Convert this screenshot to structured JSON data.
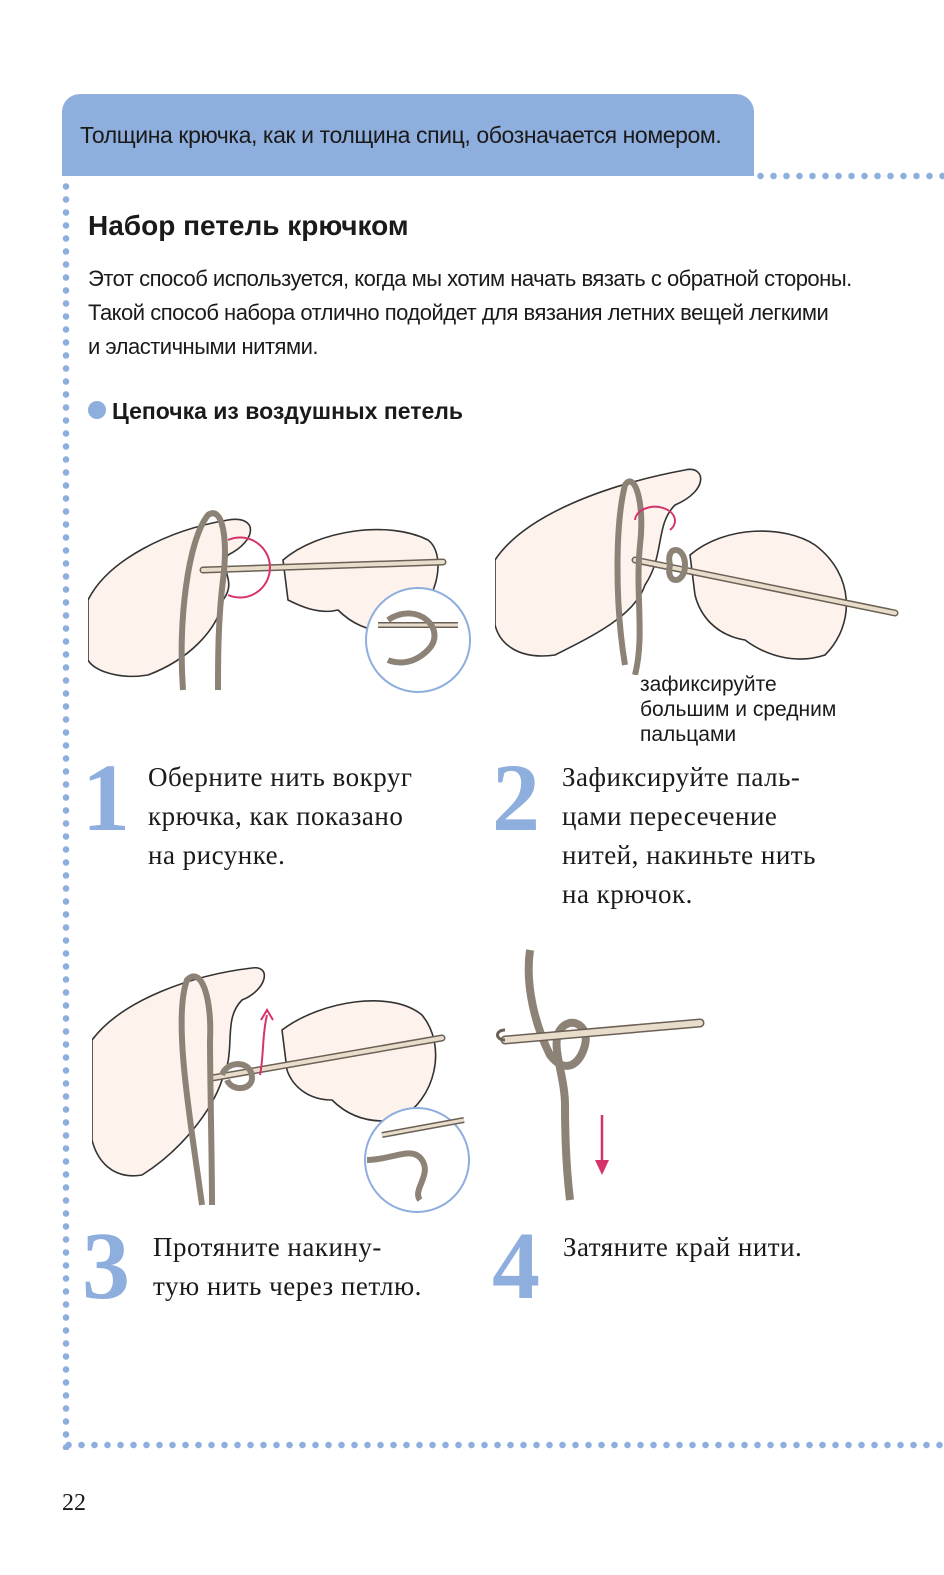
{
  "banner": {
    "text": "Толщина крючка, как и толщина спиц, обозначается номером."
  },
  "section": {
    "title": "Набор петель крючком",
    "intro_lines": [
      "Этот способ используется, когда мы хотим начать вязать с обратной стороны.",
      "Такой способ набора отлично подойдет для вязания летних вещей легкими",
      "и эластичными нитями."
    ]
  },
  "subsection": {
    "title": "Цепочка из воздушных петель"
  },
  "steps": [
    {
      "number": "1",
      "lines": [
        "Оберните нить вокруг",
        "крючка, как показано",
        "на рисунке."
      ]
    },
    {
      "number": "2",
      "lines": [
        "Зафиксируйте паль-",
        "цами пересечение",
        "нитей, накиньте нить",
        "на крючок."
      ]
    },
    {
      "number": "3",
      "lines": [
        "Протяните накину-",
        "тую нить через петлю."
      ]
    },
    {
      "number": "4",
      "lines": [
        "Затяните край нити."
      ]
    }
  ],
  "annotation": {
    "lines": [
      "зафиксируйте",
      "большим и средним",
      "пальцами"
    ]
  },
  "page_number": "22",
  "colors": {
    "accent": "#8eaedd",
    "yarn": "#8c8276",
    "arrow": "#d6336c",
    "skin": "#fdf3ec",
    "hook": "#e8dccb"
  }
}
